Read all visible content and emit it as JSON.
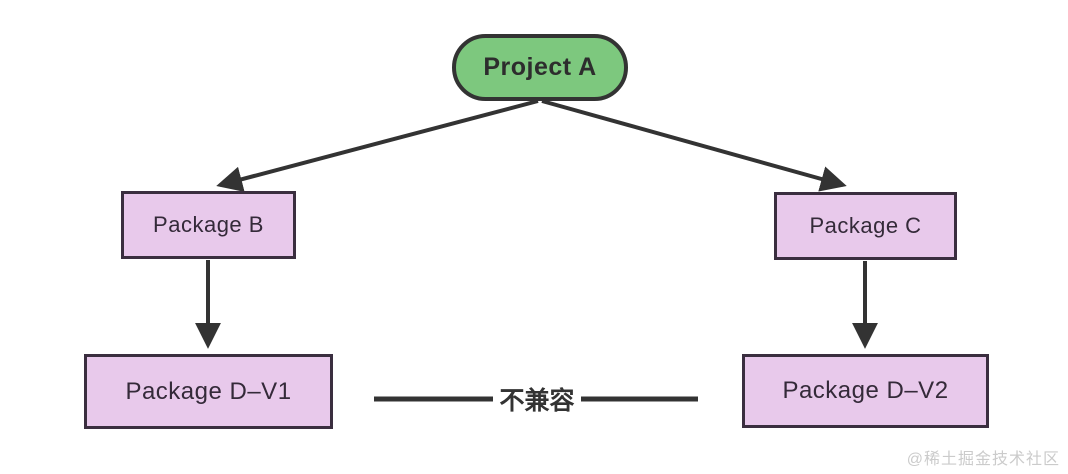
{
  "diagram": {
    "type": "dependency-tree",
    "nodes": [
      {
        "id": "project-a",
        "label": "Project A",
        "shape": "pill",
        "fill": "#7dc87e"
      },
      {
        "id": "package-b",
        "label": "Package B",
        "shape": "rect",
        "fill": "#e8c9eb"
      },
      {
        "id": "package-c",
        "label": "Package C",
        "shape": "rect",
        "fill": "#e8c9eb"
      },
      {
        "id": "package-d-v1",
        "label": "Package D–V1",
        "shape": "rect",
        "fill": "#e8c9eb"
      },
      {
        "id": "package-d-v2",
        "label": "Package D–V2",
        "shape": "rect",
        "fill": "#e8c9eb"
      }
    ],
    "edges": [
      {
        "from": "project-a",
        "to": "package-b",
        "style": "arrow"
      },
      {
        "from": "project-a",
        "to": "package-c",
        "style": "arrow"
      },
      {
        "from": "package-b",
        "to": "package-d-v1",
        "style": "arrow"
      },
      {
        "from": "package-c",
        "to": "package-d-v2",
        "style": "arrow"
      },
      {
        "from": "package-d-v1",
        "to": "package-d-v2",
        "style": "line",
        "label": "不兼容"
      }
    ],
    "incompatible_label": "不兼容",
    "colors": {
      "background": "#ffffff",
      "node_green": "#7dc87e",
      "node_purple": "#e8c9eb",
      "border_dark": "#333333",
      "border_purple_box": "#3a2e3f",
      "line": "#333333",
      "watermark": "#cbcbcb"
    }
  },
  "watermark": {
    "text": "@稀土掘金技术社区"
  }
}
